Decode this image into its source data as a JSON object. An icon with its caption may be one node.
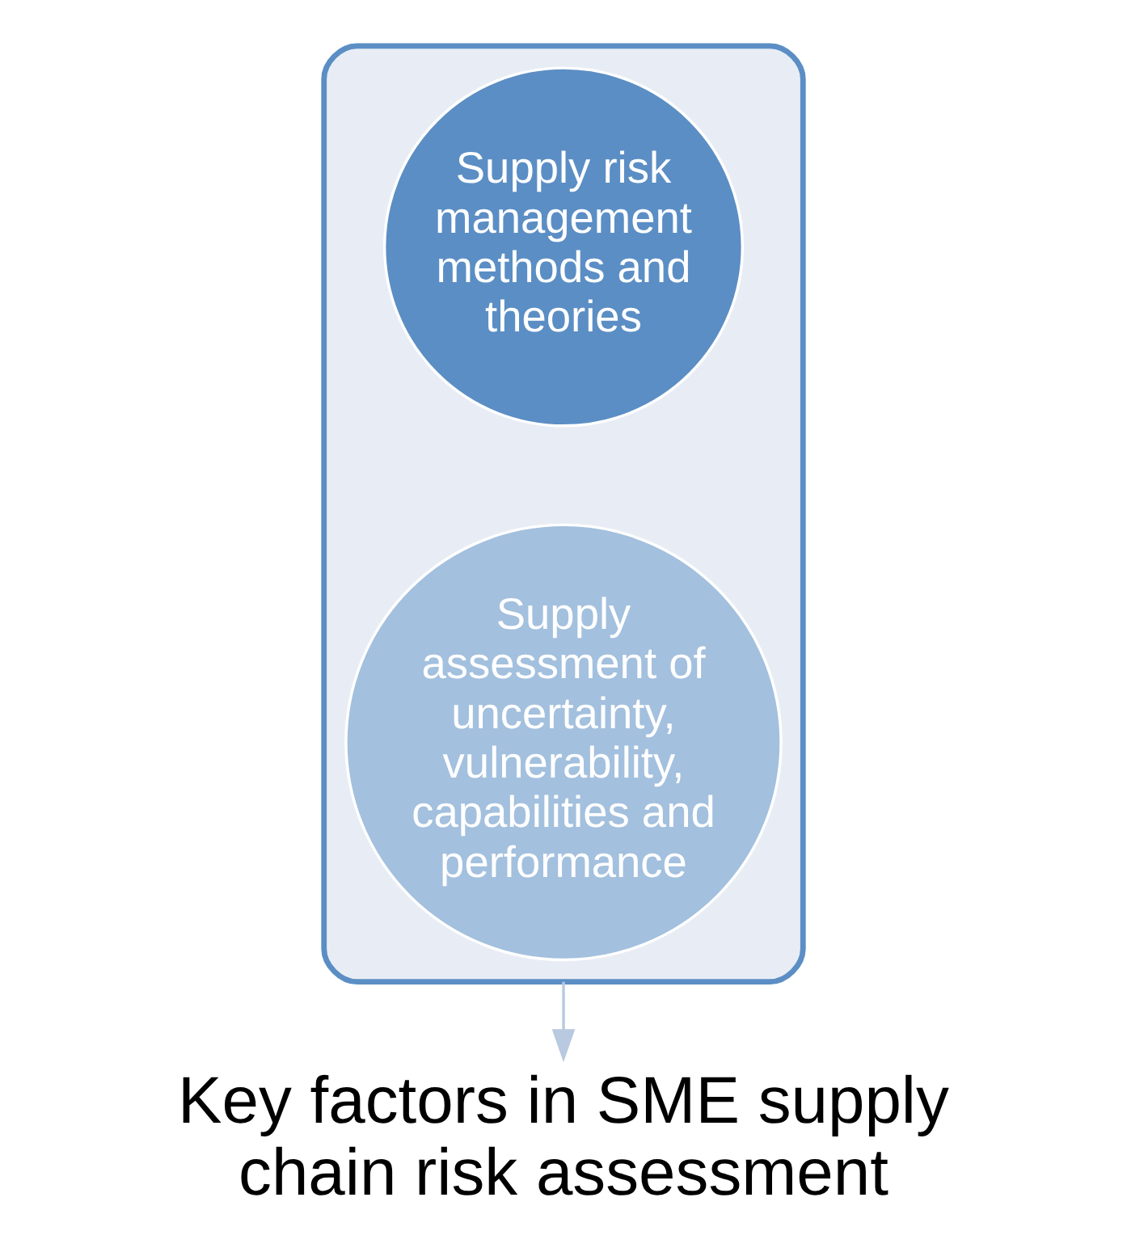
{
  "diagram": {
    "nodes": [
      {
        "text": [],
        "shape": "funnel"
      },
      {
        "text": [
          "Supply risk management methods and theories"
        ],
        "in": 0
      },
      {
        "text": [
          "Supply assessment of uncertainty, vulnerability, capabilities and performance"
        ],
        "in": 0
      },
      {
        "text": [
          "Key factors in SME supply chain risk assessment"
        ]
      }
    ],
    "edges": [
      {
        "from": 0,
        "to": 3,
        "arrow": "to",
        "color": "#b8c9e0"
      }
    ]
  }
}
